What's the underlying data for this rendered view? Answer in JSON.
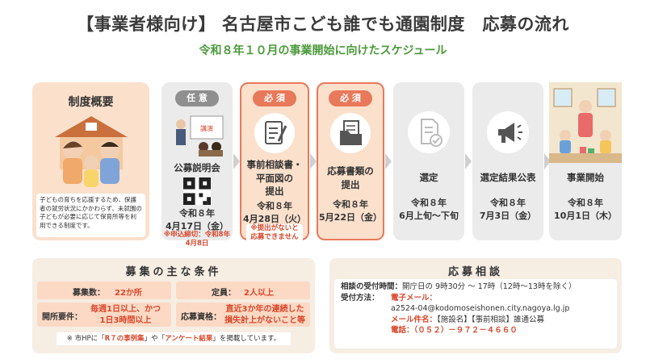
{
  "header": {
    "title": "【事業者様向け】 名古屋市こども誰でも通園制度　応募の流れ",
    "subtitle": "令和８年１０月の事業開始に向けたスケジュール"
  },
  "overview": {
    "heading": "制度概要",
    "description": "子どもの育ちを応援するため、保護者の就労状況にかかわらず、未就園の子どもが必要に応じて保育所等を利用できる制度です。"
  },
  "steps": [
    {
      "badge": "任 意",
      "label": "公募説明会",
      "date_line1": "令和８年",
      "date_line2": "4月17日（金）",
      "note_line1": "※申込締切：",
      "note_line2": "令和8年4月8日",
      "board_text": "講演"
    },
    {
      "badge": "必 須",
      "label_line1": "事前相談書・",
      "label_line2": "平面図の",
      "label_line3": "提出",
      "date_line1": "令和８年",
      "date_line2": "4月28日（火）",
      "note_line1": "※提出がないと",
      "note_line2": "応募できません"
    },
    {
      "badge": "必 須",
      "label_line1": "応募書類の",
      "label_line2": "提出",
      "date_line1": "令和８年",
      "date_line2": "5月22日（金）"
    },
    {
      "label": "選定",
      "date_line1": "令和８年",
      "date_line2": "6月上旬～下旬"
    },
    {
      "label": "選定結果公表",
      "date_line1": "令和８年",
      "date_line2": "7月3日（金）"
    },
    {
      "label": "事業開始",
      "date_line1": "令和８年",
      "date_line2": "10月1日（木）"
    }
  ],
  "conditions": {
    "heading": "募集の主な条件",
    "count_label": "募集数：",
    "count_value": "22か所",
    "capacity_label": "定員：",
    "capacity_value": "2人以上",
    "days_label": "開所要件：",
    "days_value_line1": "毎週1日以上、かつ",
    "days_value_line2": "1日3時間以上",
    "qual_label": "応募資格：",
    "qual_value_line1": "直近3か年の連続した",
    "qual_value_line2": "損失計上がないこと等",
    "footer_pre": "※ 市HPに「",
    "footer_link1": "R７の事例集",
    "footer_mid": "」や「",
    "footer_link2": "アンケート結果",
    "footer_post": "」を掲載しています。"
  },
  "consult": {
    "heading": "応募相談",
    "hours_label": "相談の受付時間：",
    "hours_value": "開庁日の 9時30分 ～ 17時（12時～13時を除く）",
    "method_label": "受付方法：",
    "mail_label": "電子メール：",
    "mail_address": "a2524-04@kodomoseishonen.city.nagoya.lg.jp",
    "subject_label": "メール件名：",
    "subject_value": "【施設名】【事前相談】誰通公募",
    "phone_label": "電話：",
    "phone_value": "（０５２）－９７２－４６６０"
  },
  "colors": {
    "orange": "#e8795a",
    "green": "#4a9a3a",
    "red": "#d9472b",
    "gray": "#a8a8a8",
    "dark_gray": "#8f8f8f",
    "peach": "#fbe0cc",
    "cream": "#f6ede3"
  }
}
